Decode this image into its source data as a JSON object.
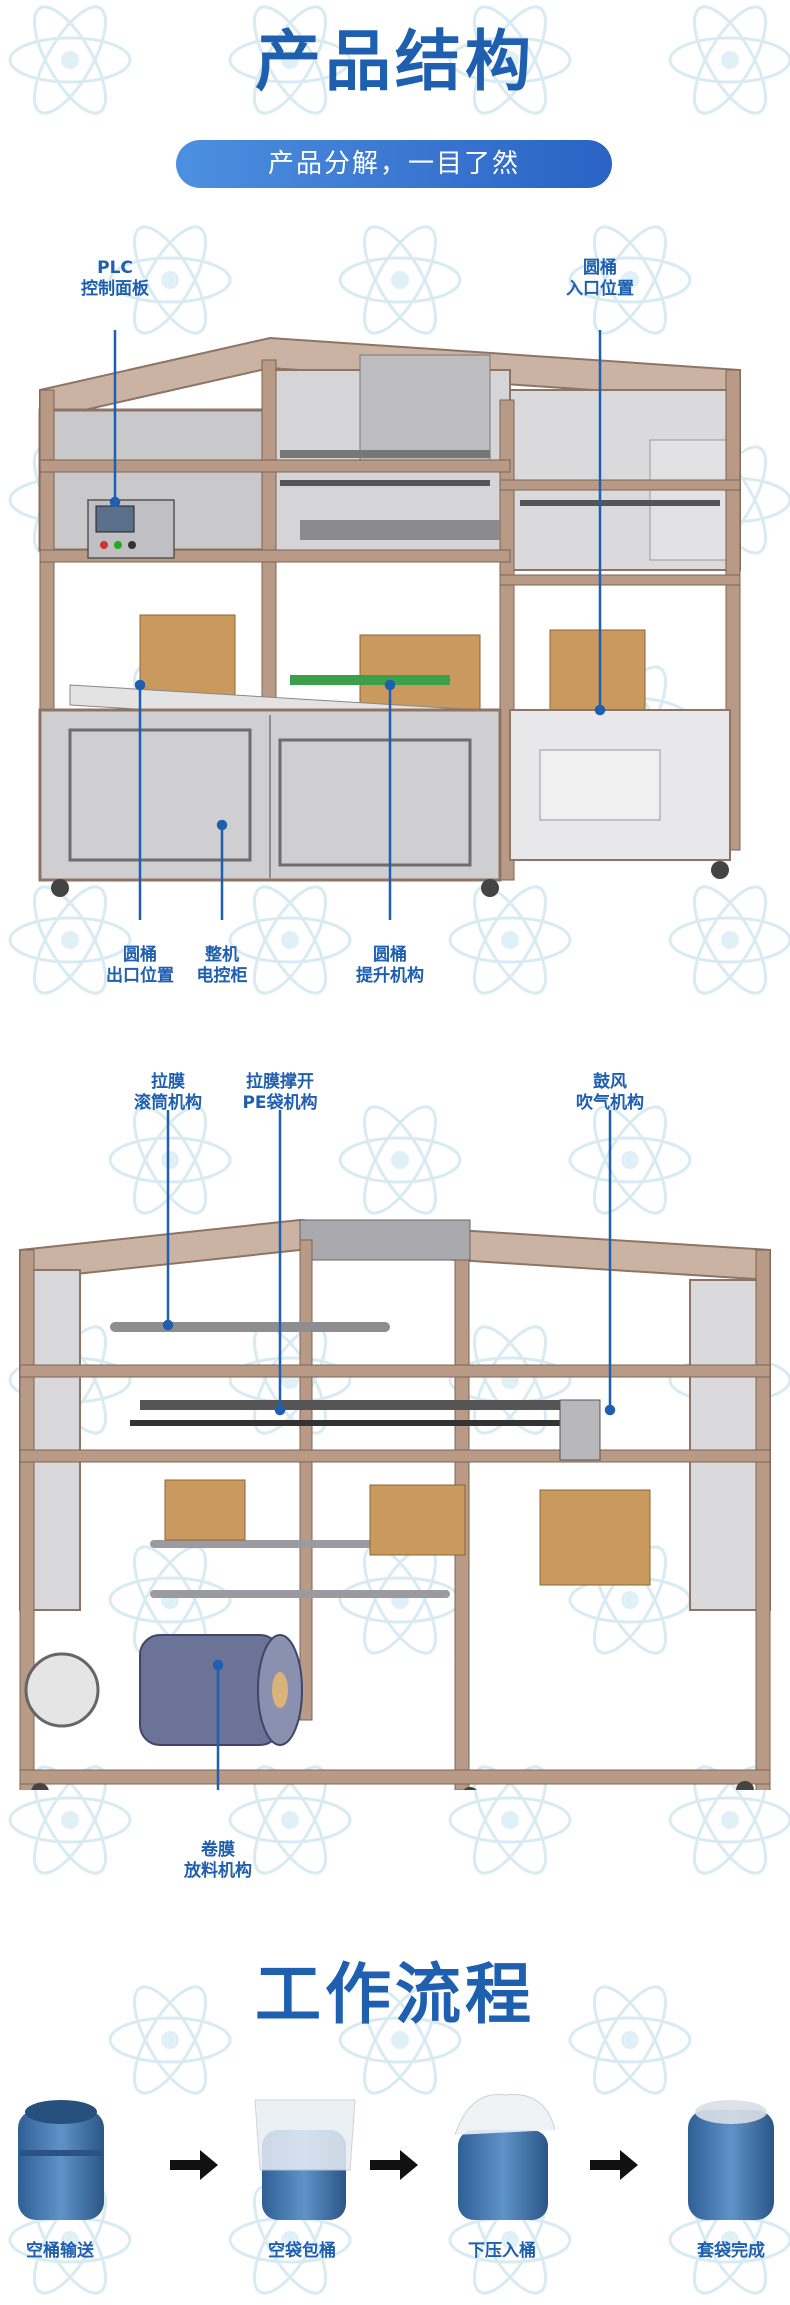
{
  "heading_structure": "产品结构",
  "subtitle_pill": "产品分解，一目了然",
  "labels_machine1": {
    "plc": [
      "PLC",
      "控制面板"
    ],
    "inlet": [
      "圆桶",
      "入口位置"
    ],
    "outlet": [
      "圆桶",
      "出口位置"
    ],
    "cabinet": [
      "整机",
      "电控柜"
    ],
    "lift": [
      "圆桶",
      "提升机构"
    ]
  },
  "labels_machine2": {
    "roller": [
      "拉膜",
      "滚筒机构"
    ],
    "open_bag": [
      "拉膜撑开",
      "PE袋机构"
    ],
    "blower": [
      "鼓风",
      "吹气机构"
    ],
    "unwind": [
      "卷膜",
      "放料机构"
    ]
  },
  "heading_process": "工作流程",
  "process_steps": [
    "空桶输送",
    "空袋包桶",
    "下压入桶",
    "套袋完成"
  ],
  "colors": {
    "accent": "#1f5fb0",
    "frame": "#b89a86",
    "panel": "#c9c9cc",
    "box": "#c9995e"
  }
}
